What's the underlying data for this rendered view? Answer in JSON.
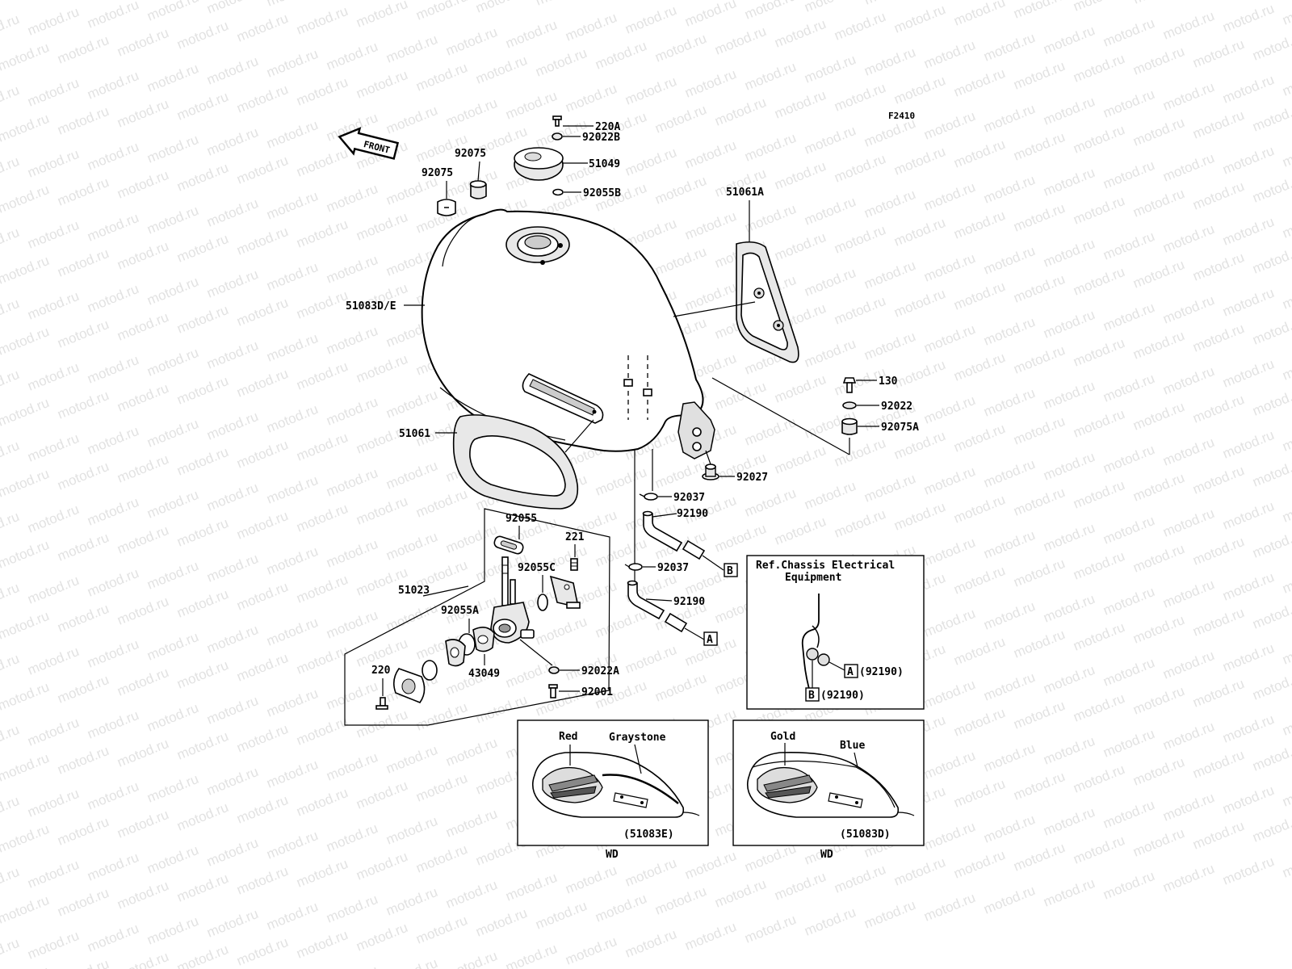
{
  "watermark": {
    "text": "motod.ru"
  },
  "figure_code": "F2410",
  "front_arrow": {
    "label": "FRONT"
  },
  "labels": {
    "p220A": "220A",
    "p92022B": "92022B",
    "p51049": "51049",
    "p92055B": "92055B",
    "p92075a": "92075",
    "p92075b": "92075",
    "p51061A": "51061A",
    "p51083DE": "51083D/E",
    "p130": "130",
    "p92022": "92022",
    "p92075A": "92075A",
    "p51061": "51061",
    "p92027": "92027",
    "p92037a": "92037",
    "p92190a": "92190",
    "p92055": "92055",
    "p221": "221",
    "p92055C": "92055C",
    "p51023": "51023",
    "p92055A": "92055A",
    "p92037b": "92037",
    "p92190b": "92190",
    "p220": "220",
    "p43049": "43049",
    "p92022A": "92022A",
    "p92001": "92001"
  },
  "refs": {
    "b": "B",
    "a": "A"
  },
  "ref_box": {
    "line1": "Ref.Chassis Electrical",
    "line2": "Equipment",
    "a_letter": "A",
    "a_part": "(92190)",
    "b_letter": "B",
    "b_part": "(92190)"
  },
  "variant_left": {
    "color1": "Red",
    "color2": "Graystone",
    "part": "(51083E)",
    "code": "WD"
  },
  "variant_right": {
    "color1": "Gold",
    "color2": "Blue",
    "part": "(51083D)",
    "code": "WD"
  }
}
